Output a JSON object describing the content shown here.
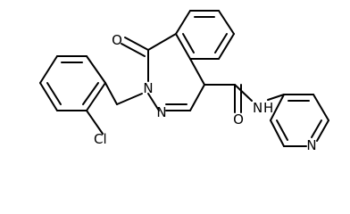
{
  "molecule": {
    "atom_labels": {
      "oxygen_carbonyl_top": "O",
      "nitrogen_ring_1": "N",
      "nitrogen_ring_2": "N",
      "chlorine": "Cl",
      "oxygen_amide": "O",
      "nitrogen_amide": "N",
      "hydrogen_amide": "H",
      "nitrogen_pyridine": "N"
    }
  }
}
